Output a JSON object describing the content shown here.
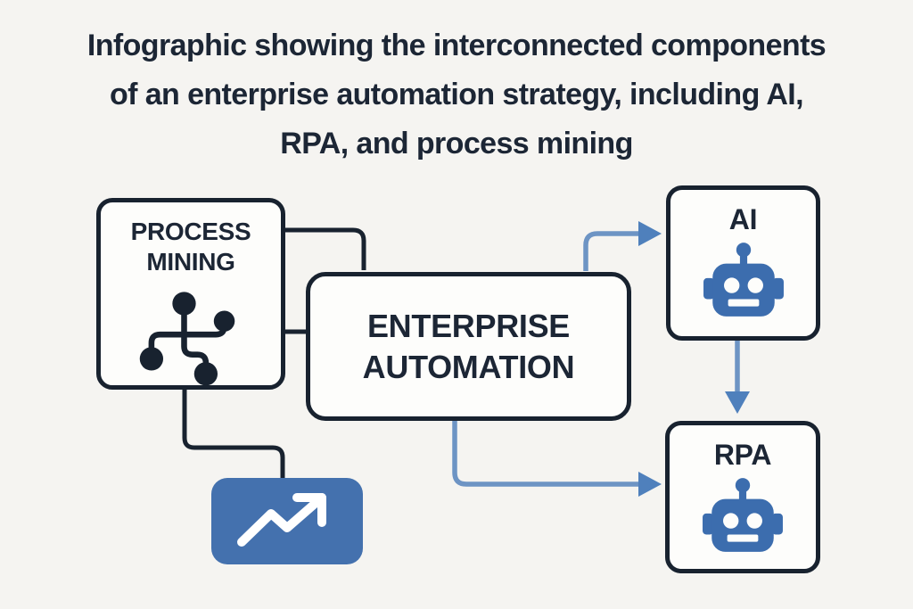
{
  "title_lines": [
    "Infographic showing the interconnected components",
    "of an enterprise automation strategy, including AI,",
    "RPA, and process mining"
  ],
  "nodes": {
    "process_mining": {
      "label": "PROCESS MINING",
      "icon": "process-flow-icon"
    },
    "enterprise_automation": {
      "label": "ENTERPRISE AUTOMATION"
    },
    "ai": {
      "label": "AI",
      "icon": "robot-icon"
    },
    "rpa": {
      "label": "RPA",
      "icon": "robot-icon"
    },
    "trend_chart": {
      "icon": "trending-up-icon"
    }
  },
  "edges": [
    {
      "from": "process_mining",
      "to": "enterprise_automation",
      "type": "line"
    },
    {
      "from": "process_mining",
      "to": "trend_chart",
      "type": "line"
    },
    {
      "from": "enterprise_automation",
      "to": "ai",
      "type": "arrow"
    },
    {
      "from": "enterprise_automation",
      "to": "rpa",
      "type": "arrow"
    },
    {
      "from": "ai",
      "to": "rpa",
      "type": "arrow"
    }
  ],
  "colors": {
    "background": "#f5f4f1",
    "outline": "#18222f",
    "text": "#1c2635",
    "box_fill": "#fdfdfb",
    "icon_blue": "#3c6dae",
    "chart_blue": "#4471ae",
    "arrow_line": "#6d94c4",
    "arrow_head": "#4f80bc"
  }
}
